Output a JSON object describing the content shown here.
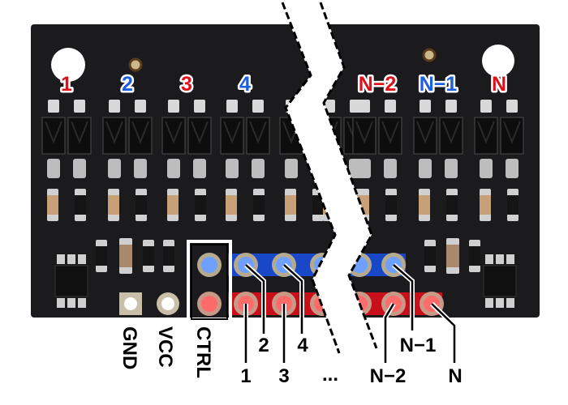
{
  "sensor_labels": [
    {
      "text": "1",
      "color": "#e0101a"
    },
    {
      "text": "2",
      "color": "#1a5fe0"
    },
    {
      "text": "3",
      "color": "#e0101a"
    },
    {
      "text": "4",
      "color": "#1a5fe0"
    },
    {
      "text": "N−2",
      "color": "#e0101a"
    },
    {
      "text": "N−1",
      "color": "#1a5fe0"
    },
    {
      "text": "N",
      "color": "#e0101a"
    }
  ],
  "power_labels": {
    "gnd": "GND",
    "vcc": "VCC",
    "ctrl": "CTRL"
  },
  "pin_labels": {
    "p1": "1",
    "p2": "2",
    "p3": "3",
    "p4": "4",
    "ellipsis": "...",
    "pn2": "N−2",
    "pn1": "N−1",
    "pn": "N"
  },
  "colors": {
    "board": "#1b1b1d",
    "odd_trace": "#c8101a",
    "even_trace": "#1848c8",
    "odd_pin": "#ff6b6b",
    "even_pin": "#6fa0ff"
  }
}
